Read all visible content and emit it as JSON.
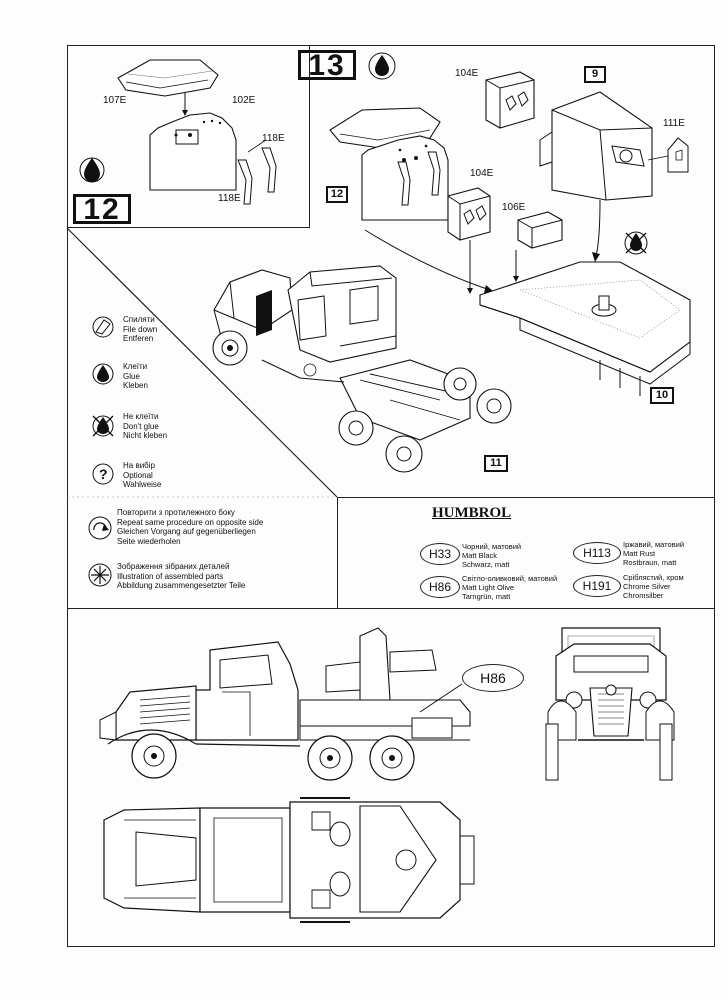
{
  "steps": {
    "s12_big": "12",
    "s13_big": "13",
    "s12_small": "12",
    "s9": "9",
    "s10": "10",
    "s11": "11"
  },
  "parts": {
    "p107E": "107E",
    "p102E": "102E",
    "p118E_a": "118E",
    "p118E_b": "118E",
    "p104E_a": "104E",
    "p104E_b": "104E",
    "p106E": "106E",
    "p111E": "111E"
  },
  "legend": {
    "file_down": [
      "Спиляти",
      "File down",
      "Entferen"
    ],
    "glue": [
      "Клеїти",
      "Glue",
      "Kleben"
    ],
    "dont_glue": [
      "Не клеїти",
      "Don't glue",
      "Nicht kleben"
    ],
    "optional": [
      "На вибір",
      "Optional",
      "Wahlweise"
    ],
    "repeat": [
      "Повторити з протилежного боку",
      "Repeat same procedure on opposite side",
      "Gleichen Vorgang auf gegenüberliegen",
      "Seite wiederholen"
    ],
    "assembled": [
      "Зображення зібраних деталей",
      "Illustration of assembled parts",
      "Abbildung zusammengesetzter Teile"
    ]
  },
  "paints": {
    "brand": "HUMBROL",
    "items": [
      {
        "code": "H33",
        "lines": [
          "Чорний, матовий",
          "Matt Black",
          "Schwarz, matt"
        ]
      },
      {
        "code": "H86",
        "lines": [
          "Світло-оливковий, матовий",
          "Matt Light Olive",
          "Tarngrün, matt"
        ]
      },
      {
        "code": "H113",
        "lines": [
          "Іржавий, матовий",
          "Matt Rust",
          "Rostbraun, matt"
        ]
      },
      {
        "code": "H191",
        "lines": [
          "Сріблястий, хром",
          "Chrome Silver",
          "Chromsilber"
        ]
      }
    ],
    "callout": "H86"
  }
}
